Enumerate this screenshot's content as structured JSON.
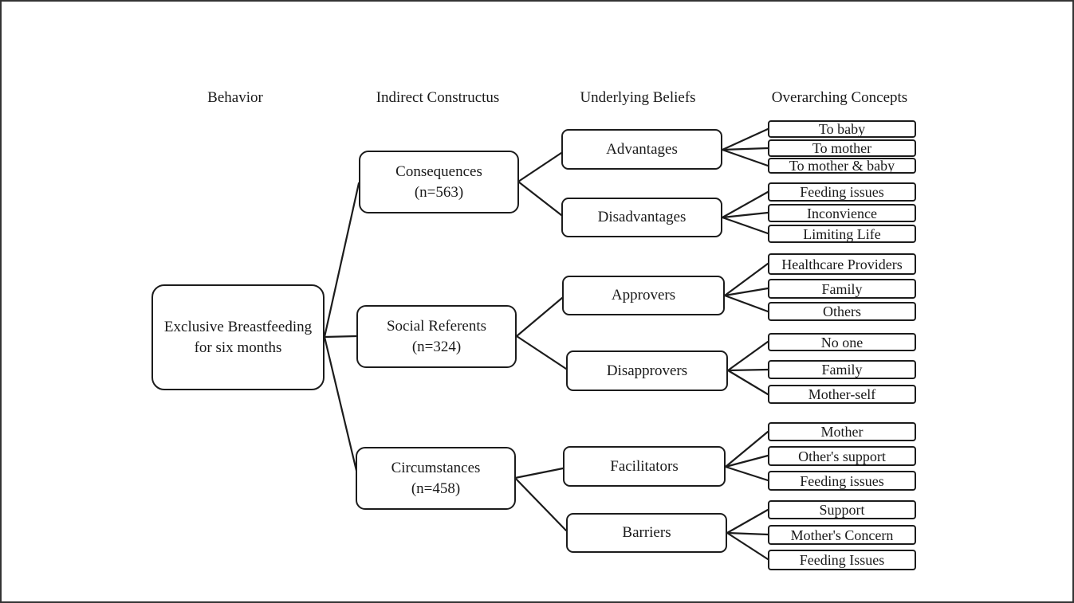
{
  "colors": {
    "line": "#1c1c1c",
    "text": "#1a1a1a",
    "background": "#ffffff"
  },
  "headers": {
    "behavior": "Behavior",
    "indirect_constructs": "Indirect Constructus",
    "underlying_beliefs": "Underlying Beliefs",
    "overarching_concepts": "Overarching Concepts"
  },
  "behavior": {
    "line1": "Exclusive Breastfeeding",
    "line2": "for six months"
  },
  "constructs": [
    {
      "label": "Consequences",
      "n": "(n=563)"
    },
    {
      "label": "Social Referents",
      "n": "(n=324)"
    },
    {
      "label": "Circumstances",
      "n": "(n=458)"
    }
  ],
  "beliefs": [
    "Advantages",
    "Disadvantages",
    "Approvers",
    "Disapprovers",
    "Facilitators",
    "Barriers"
  ],
  "concepts": [
    [
      "To baby",
      "To mother",
      "To mother & baby"
    ],
    [
      "Feeding issues",
      "Inconvience",
      "Limiting Life"
    ],
    [
      "Healthcare Providers",
      "Family",
      "Others"
    ],
    [
      "No one",
      "Family",
      "Mother-self"
    ],
    [
      "Mother",
      "Other's support",
      "Feeding issues"
    ],
    [
      "Support",
      "Mother's Concern",
      "Feeding Issues"
    ]
  ]
}
